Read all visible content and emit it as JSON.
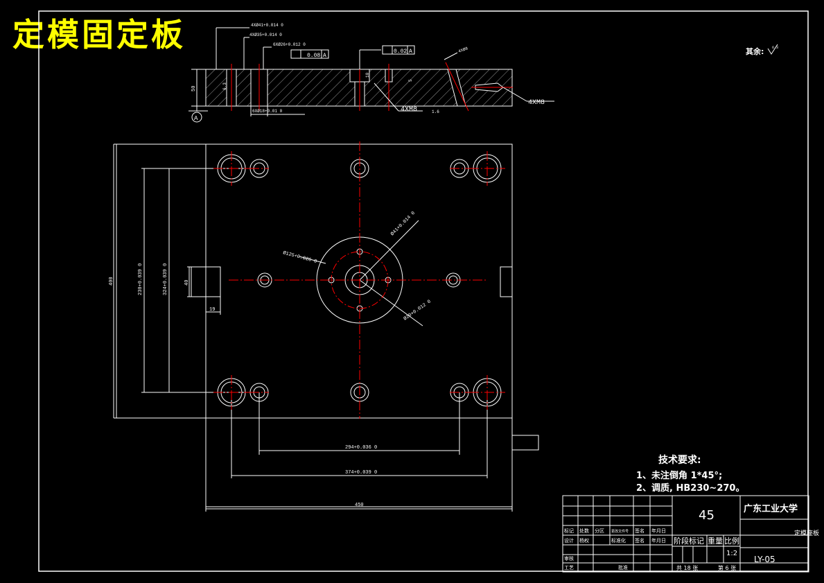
{
  "title": "定模固定板",
  "roughness_note": "其余:",
  "roughness_value": "6.3",
  "tech_req": {
    "heading": "技术要求:",
    "items": [
      "1、未注倒角 1*45°;",
      "2、调质, HB230~270。"
    ]
  },
  "section_dims": {
    "d1": "4XØ41+0.014 0",
    "d2": "4XØ35+0.014 0",
    "d3": "6XØ26+0.012 0",
    "perp": "0.08",
    "datum": "A",
    "parallel": "0.02",
    "angle_holes": "4XØ8",
    "thickness": "50",
    "bottom_hole": "6XØ18+0.01 0",
    "m8_mid": "4XM8",
    "m8_right": "4XM8",
    "depth": "10",
    "depth2": "5",
    "roughness_small": "1.6",
    "roughness_left": "6.3"
  },
  "plan_dims": {
    "height": "400",
    "width": "450",
    "dim_294": "294+0.036 0",
    "dim_374": "374+0.039 0",
    "dim_230": "230+0.039 0",
    "dim_324": "324+0.039 0",
    "slot_40": "40",
    "slot_19": "19",
    "bore_125": "Ø125+0.026 0",
    "bore_41": "Ø41+0.014 0",
    "bore_20": "Ø20+0.012 0"
  },
  "title_block": {
    "school": "广东工业大学",
    "material": "45",
    "part_name": "定模座板",
    "drawing_no": "LY-05",
    "scale": "1:2",
    "row_labels": [
      "标记",
      "处数",
      "分区",
      "更改文件号",
      "签名",
      "年月日"
    ],
    "row2": [
      "设计",
      "杨权",
      "",
      "标准化",
      "签名",
      "年月日"
    ],
    "stage_headers": [
      "阶段标记",
      "重量",
      "比例"
    ],
    "audit": "审核",
    "craft": "工艺",
    "approve": "批准",
    "sheets_total": "共 18 张",
    "sheet_no": "第 6 张"
  }
}
